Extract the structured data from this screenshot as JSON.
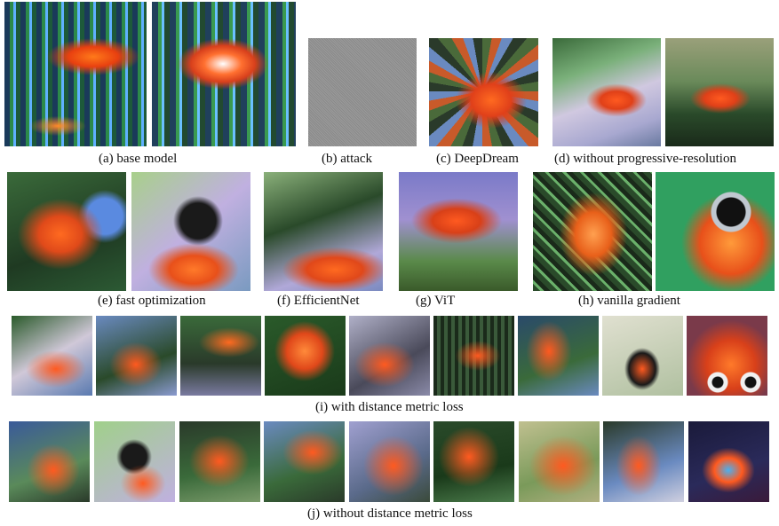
{
  "figure": {
    "captions": {
      "a": "(a) base model",
      "b": "(b) attack",
      "c": "(c) DeepDream",
      "d": "(d) without progressive-resolution",
      "e": "(e) fast optimization",
      "f": "(f) EfficientNet",
      "g": "(g) ViT",
      "h": "(h) vanilla gradient",
      "i": "(i) with distance metric loss",
      "j": "(j) without distance metric loss"
    }
  }
}
